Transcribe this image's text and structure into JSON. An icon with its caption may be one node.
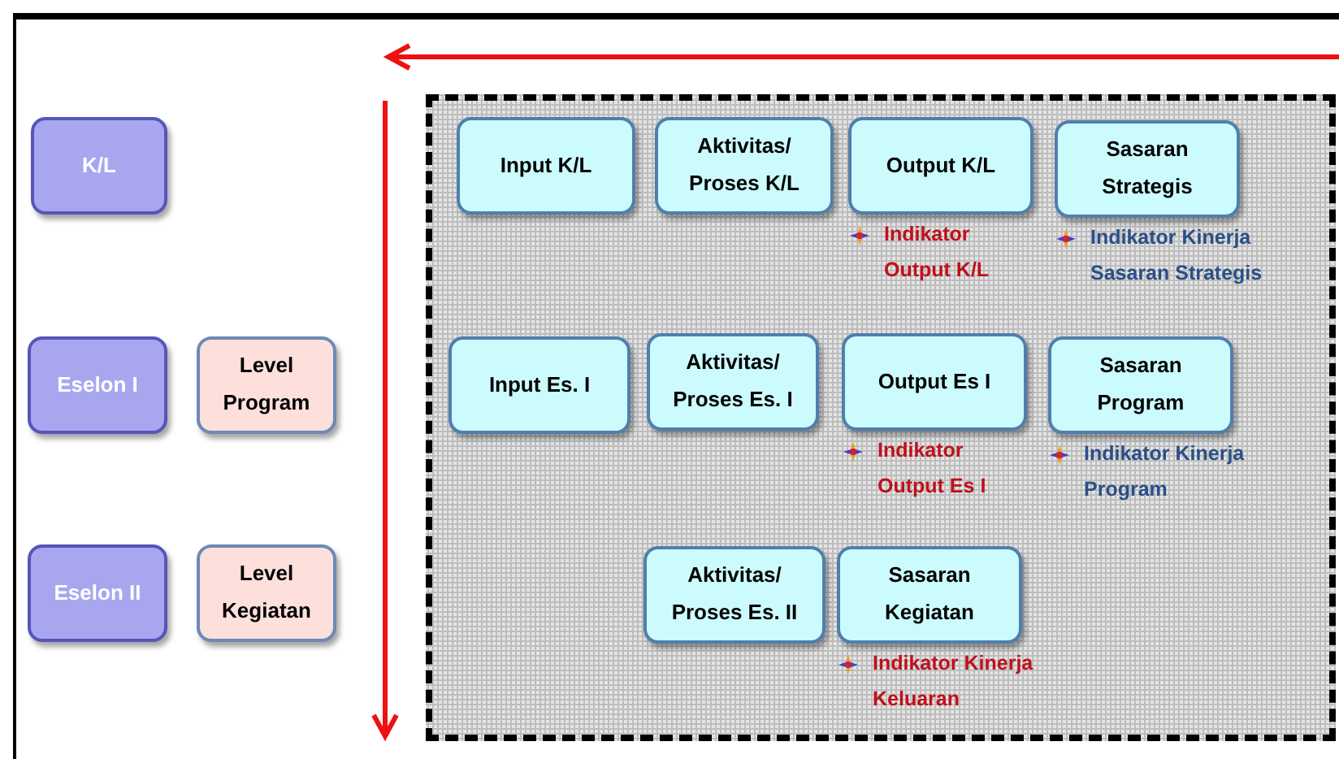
{
  "diagram": {
    "nodes": [
      {
        "text": [
          "K/L"
        ]
      },
      {
        "text": [
          "Input K/L"
        ]
      },
      {
        "text": [
          "Aktivitas/ Proses K/L"
        ]
      },
      {
        "text": [
          "Output K/L"
        ],
        "beside": [
          "Indikator Output K/L"
        ]
      },
      {
        "text": [
          "Sasaran Strategis"
        ],
        "beside": [
          "Indikator Kinerja Sasaran Strategis"
        ]
      },
      {
        "text": [
          "Eselon I"
        ]
      },
      {
        "text": [
          "Level Program"
        ]
      },
      {
        "text": [
          "Input Es. I"
        ]
      },
      {
        "text": [
          "Aktivitas/ Proses Es. I"
        ]
      },
      {
        "text": [
          "Output Es I"
        ],
        "beside": [
          "Indikator Output Es I"
        ]
      },
      {
        "text": [
          "Sasaran Program"
        ],
        "beside": [
          "Indikator Kinerja Program"
        ]
      },
      {
        "text": [
          "Eselon II"
        ]
      },
      {
        "text": [
          "Level Kegiatan"
        ]
      },
      {
        "text": [
          "Aktivitas/ Proses Es. II"
        ]
      },
      {
        "text": [
          "Sasaran Kegiatan"
        ],
        "beside": [
          "Indikator Kinerja Keluaran"
        ]
      }
    ],
    "edges": []
  }
}
